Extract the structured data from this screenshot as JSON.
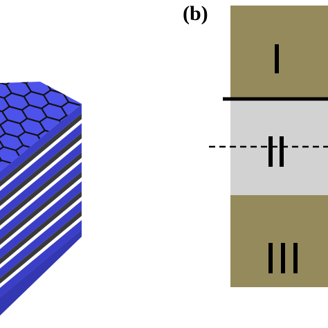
{
  "panel_label": "(b)",
  "regions": [
    {
      "label": "I",
      "color": "#958a5b"
    },
    {
      "label": "II",
      "color": "#d2d2d2"
    },
    {
      "label": "III",
      "color": "#958a5b"
    }
  ],
  "colors": {
    "layer_top": "#4d52ea",
    "layer_side_right": "#3b3fc8",
    "layer_side_front": "#3337b2",
    "spacer": "#3a3a3a",
    "hex_outline": "#111111",
    "boundary_solid": "#000000",
    "boundary_dashed": "#000000"
  },
  "cube": {
    "layer_count": 7,
    "top_pattern": "hexagonal-lattice"
  }
}
